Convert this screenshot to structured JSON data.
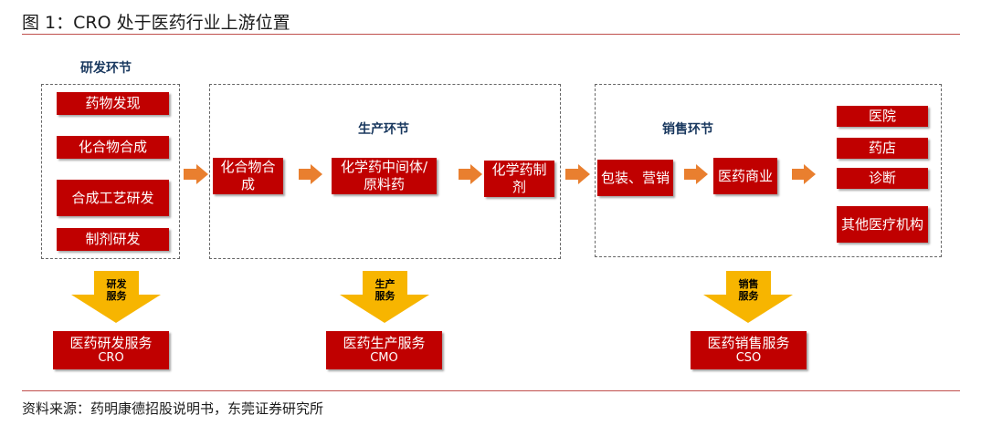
{
  "header": {
    "title": "图 1：CRO 处于医药行业上游位置"
  },
  "footer": {
    "source": "资料来源：药明康德招股说明书，东莞证券研究所"
  },
  "stages": {
    "rd": {
      "label": "研发环节",
      "items": [
        "药物发现",
        "化合物合成",
        "合成工艺研发",
        "制剂研发"
      ]
    },
    "production": {
      "label": "生产环节",
      "items": [
        "化合物合成",
        "化学药中间体/原料药",
        "化学药制剂"
      ]
    },
    "sales": {
      "label": "销售环节",
      "items": [
        "包装、营销",
        "医药商业",
        "医院",
        "药店",
        "诊断",
        "其他医疗机构"
      ]
    }
  },
  "services": [
    {
      "arrow_label_1": "研发",
      "arrow_label_2": "服务",
      "name": "医药研发服务",
      "abbr": "CRO"
    },
    {
      "arrow_label_1": "生产",
      "arrow_label_2": "服务",
      "name": "医药生产服务",
      "abbr": "CMO"
    },
    {
      "arrow_label_1": "销售",
      "arrow_label_2": "服务",
      "name": "医药销售服务",
      "abbr": "CSO"
    }
  ],
  "colors": {
    "box_red": "#c00000",
    "arrow_orange": "#e97f2f",
    "arrow_yellow": "#f7b500",
    "rule_red": "#c0504d",
    "stage_label_blue": "#17365d"
  }
}
